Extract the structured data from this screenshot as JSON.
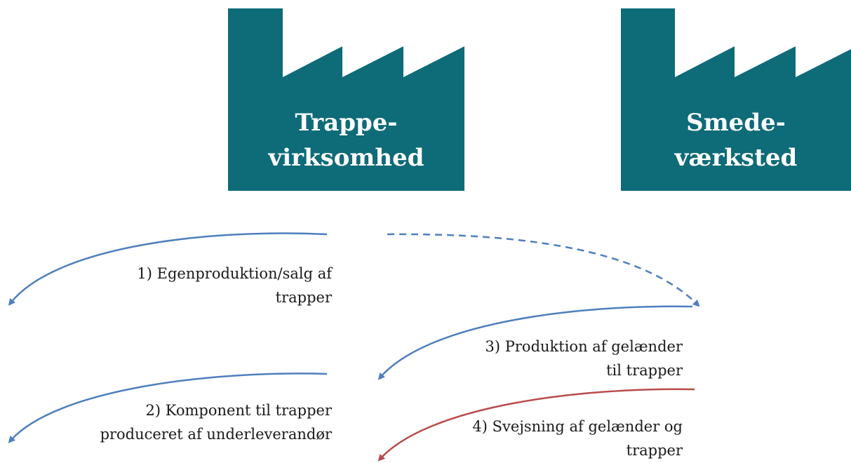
{
  "colors": {
    "factory": "#0e6b78",
    "arrow_blue": "#4f7fbd",
    "arrow_red": "#b84b4b",
    "text": "#1a1a1a"
  },
  "factories": [
    {
      "line1": "Trappe-",
      "line2": "virksomhed"
    },
    {
      "line1": "Smede-",
      "line2": "værksted"
    }
  ],
  "flows": [
    {
      "line1": "1) Egenproduktion/salg af",
      "line2": "trapper"
    },
    {
      "line1": "2) Komponent til trapper",
      "line2": "produceret af underleverandør"
    },
    {
      "line1": "3) Produktion af gelænder",
      "line2": "til trapper"
    },
    {
      "line1": "4) Svejsning af gelænder og",
      "line2": "trapper"
    }
  ]
}
